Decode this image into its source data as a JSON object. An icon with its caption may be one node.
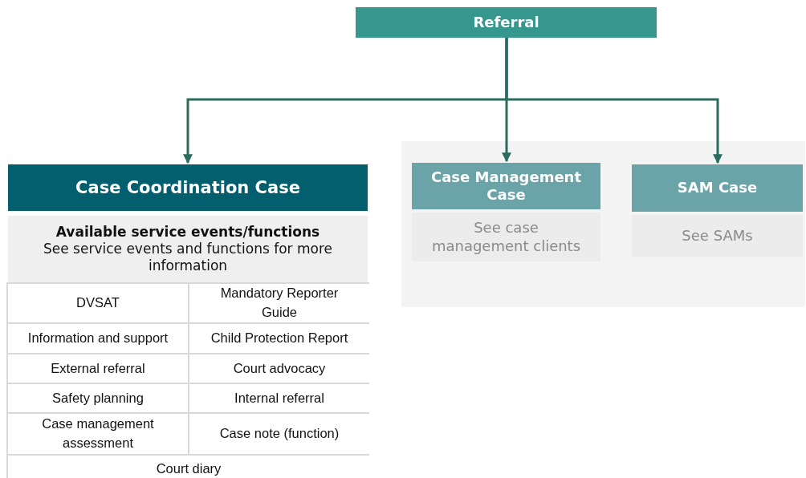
{
  "diagram": {
    "nodes": [
      {
        "text": [
          "Referral"
        ]
      },
      {
        "text": [
          "Case Coordination Case"
        ]
      },
      {
        "text": [
          "Case Management Case"
        ]
      },
      {
        "text": [
          "SAM Case"
        ]
      },
      {
        "text": [
          "Available service events/functions",
          "See service events and functions for more information"
        ]
      },
      {
        "text": [
          "See case management clients"
        ]
      },
      {
        "text": [
          "See SAMs"
        ]
      }
    ],
    "edges": [
      {
        "from": 0,
        "to": 1,
        "arrow": "to"
      },
      {
        "from": 0,
        "to": 2,
        "arrow": "to"
      },
      {
        "from": 0,
        "to": 3,
        "arrow": "to"
      }
    ],
    "labels": [
      "DVSAT",
      "Mandatory Reporter Guide",
      "Information and support",
      "Child Protection Report",
      "External referral",
      "Court advocacy",
      "Safety planning",
      "Internal referral",
      "Case management assessment",
      "Case note (function)",
      "Court diary"
    ]
  }
}
